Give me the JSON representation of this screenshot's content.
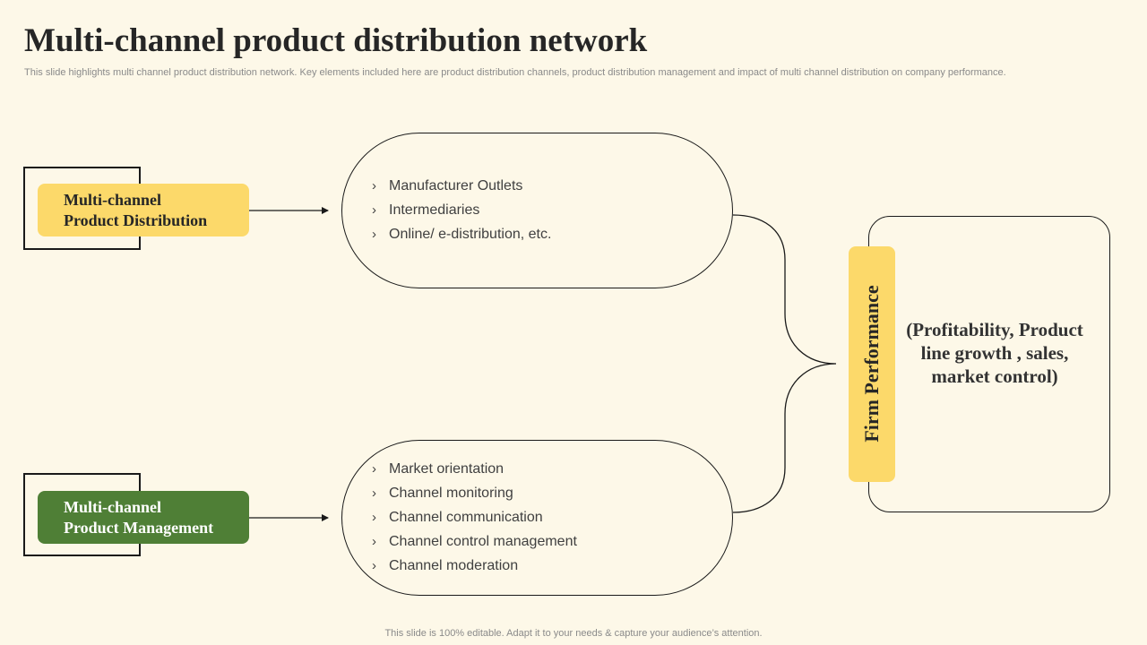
{
  "title": "Multi-channel product distribution network",
  "subtitle": "This slide highlights multi channel product distribution network. Key elements included here are product distribution channels, product distribution management and impact of multi channel distribution on company performance.",
  "distribution": {
    "label_line1": "Multi-channel",
    "label_line2": "Product Distribution",
    "color": "#fcd96a",
    "items": [
      "Manufacturer  Outlets",
      "Intermediaries",
      "Online/  e-distribution, etc."
    ]
  },
  "management": {
    "label_line1": "Multi-channel",
    "label_line2": "Product Management",
    "color": "#4f7f36",
    "items": [
      "Market orientation",
      "Channel monitoring",
      "Channel communication",
      "Channel control management",
      "Channel moderation"
    ]
  },
  "performance": {
    "label": "Firm Performance",
    "detail": "(Profitability, Product line growth , sales, market control)"
  },
  "footer": "This slide is 100% editable. Adapt it to your needs & capture your audience’s attention.",
  "icons": {
    "bullet": "chevron-right-icon"
  }
}
